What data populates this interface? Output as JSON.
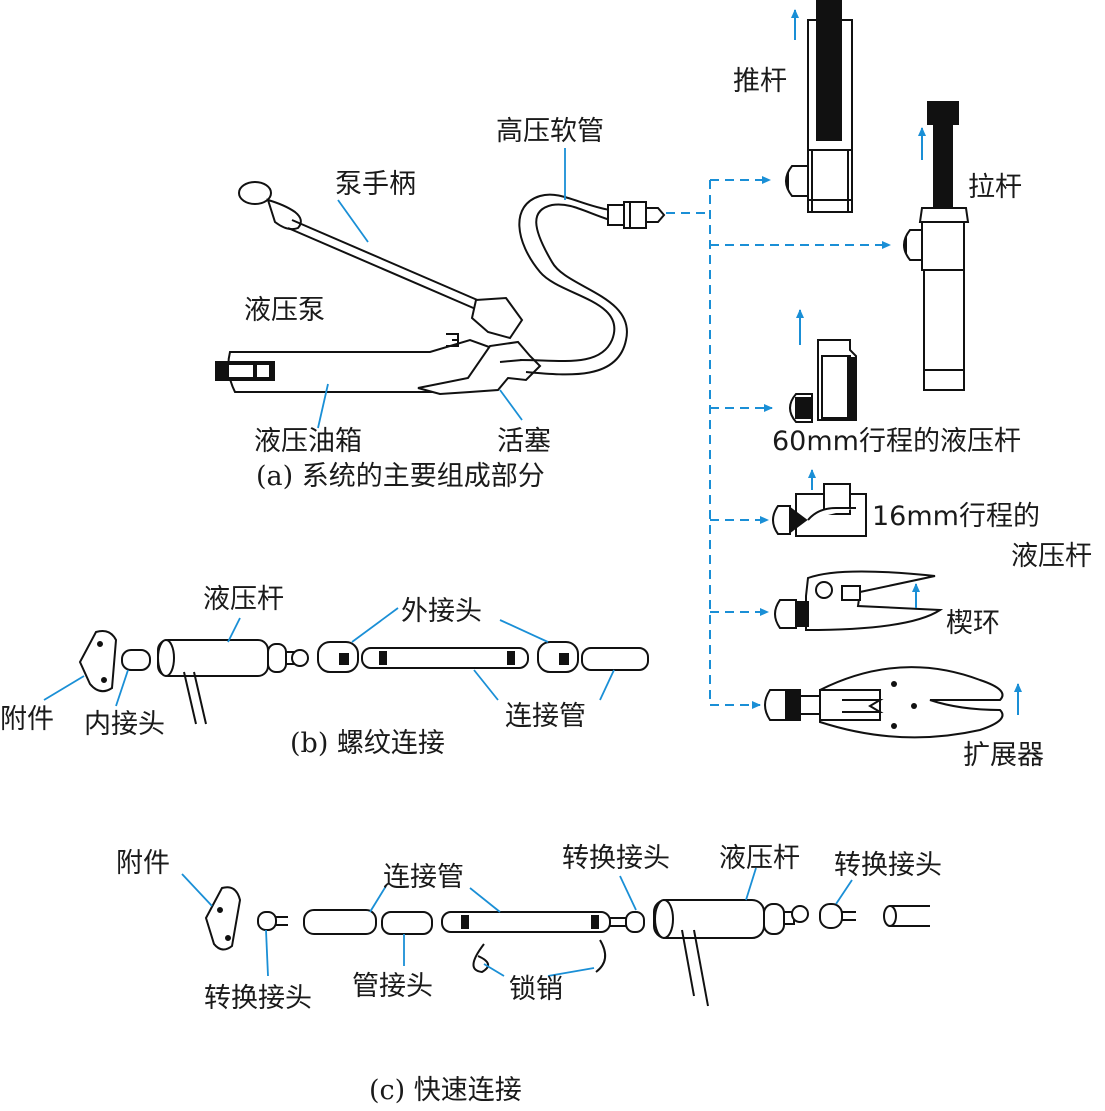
{
  "colors": {
    "line": "#111111",
    "leader": "#1a8fd6",
    "arrow": "#1a8fd6"
  },
  "part_a": {
    "caption": "(a) 系统的主要组成部分",
    "labels": {
      "pump_handle": "泵手柄",
      "hydraulic_pump": "液压泵",
      "oil_tank": "液压油箱",
      "piston": "活塞",
      "hose": "高压软管"
    },
    "attachments": {
      "push_rod": "推杆",
      "pull_rod": "拉杆",
      "ram_60_stroke": "60mm行程的液压杆",
      "ram_16_stroke_line1": "16mm行程的",
      "ram_16_stroke_line2": "液压杆",
      "wedge_ring": "楔环",
      "spreader": "扩展器"
    }
  },
  "part_b": {
    "caption": "(b) 螺纹连接",
    "labels": {
      "ram": "液压杆",
      "outer_joint": "外接头",
      "attachment": "附件",
      "inner_joint": "内接头",
      "connecting_tube": "连接管"
    }
  },
  "part_c": {
    "caption": "(c) 快速连接",
    "labels": {
      "attachment": "附件",
      "connecting_tube": "连接管",
      "adapter_top": "转换接头",
      "ram": "液压杆",
      "adapter_right": "转换接头",
      "adapter_bottom": "转换接头",
      "tube_joint": "管接头",
      "lock_pin": "锁销"
    }
  }
}
